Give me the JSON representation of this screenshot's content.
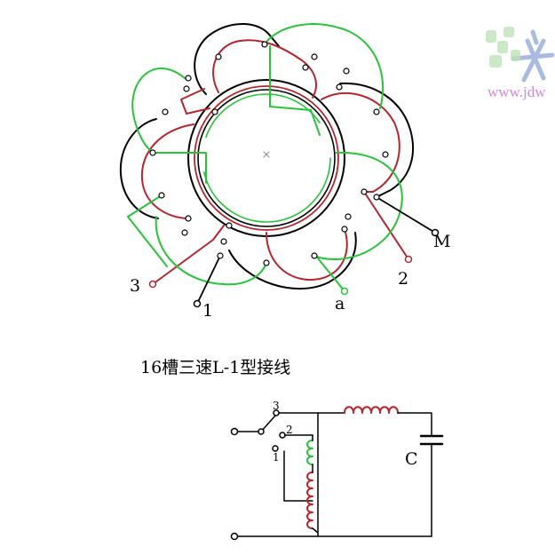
{
  "caption": "16槽三速L-1型接线",
  "winding_diagram": {
    "leads": {
      "m": "M",
      "t2": "2",
      "t3": "3",
      "t1": "1",
      "a": "a"
    }
  },
  "schematic": {
    "switch_taps": {
      "p3": "3",
      "p2": "2",
      "p1": "1"
    },
    "capacitor": "C"
  },
  "watermark": {
    "url": "www.jdw",
    "colors": {
      "url": "#d08ad6",
      "logo": "#8fa6d8"
    }
  },
  "colors": {
    "black": "#000000",
    "red": "#b4262e",
    "green": "#29c23a"
  }
}
